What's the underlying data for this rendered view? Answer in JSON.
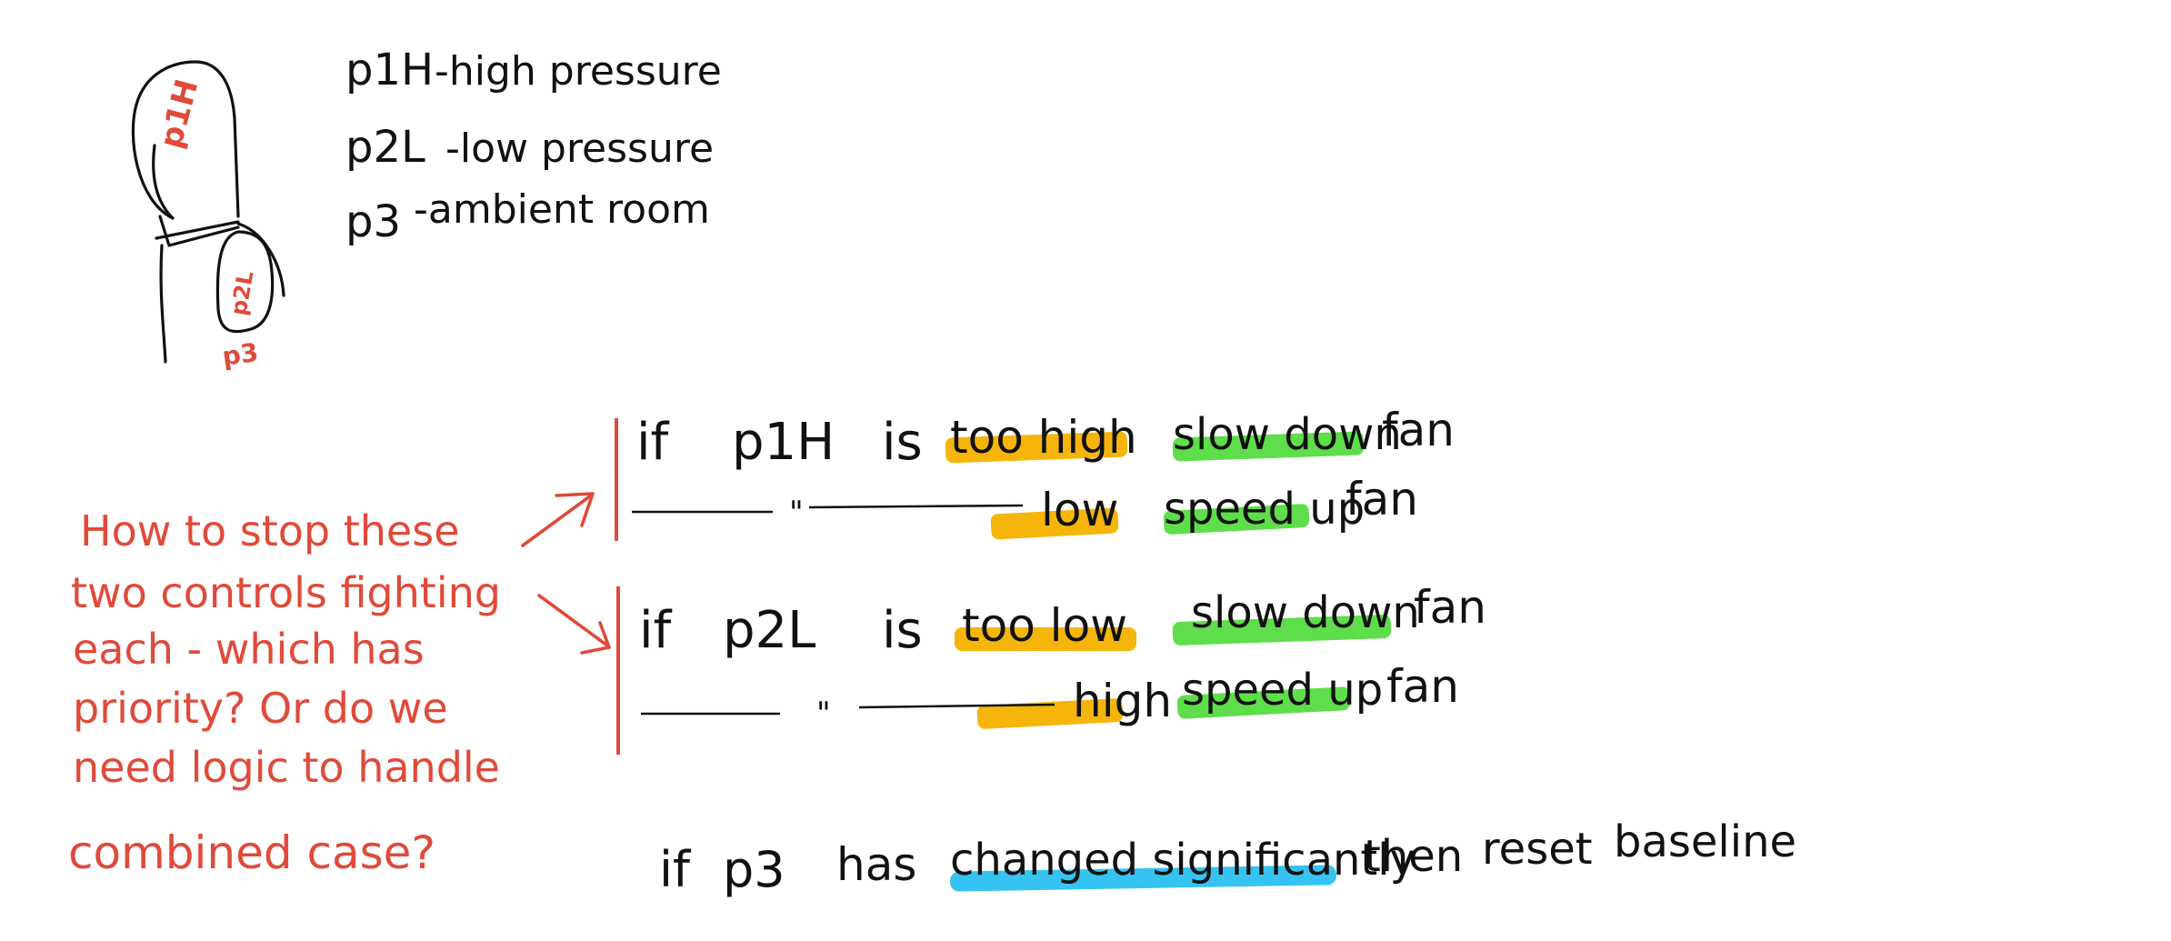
{
  "device_labels": {
    "upper": "p1H",
    "lower": "p2L",
    "ambient": "p3"
  },
  "legend": [
    {
      "key": "p1H",
      "desc": "-high pressure"
    },
    {
      "key": "p2L",
      "desc": "-low pressure"
    },
    {
      "key": "p3",
      "desc": "-ambient room"
    }
  ],
  "rules": {
    "p1": {
      "row1": {
        "cond_a": "if",
        "sensor": "p1H",
        "cond_b": "is",
        "level": "too high",
        "action": "slow down",
        "target": "fan"
      },
      "row2": {
        "ditto": "\"",
        "level": "low",
        "action": "speed up",
        "target": "fan"
      }
    },
    "p2": {
      "row1": {
        "cond_a": "if",
        "sensor": "p2L",
        "cond_b": "is",
        "level": "too low",
        "action": "slow down",
        "target": "fan"
      },
      "row2": {
        "ditto": "\"",
        "level": "high",
        "action": "speed up",
        "target": "fan"
      }
    },
    "p3": {
      "cond_a": "if",
      "sensor": "p3",
      "verb": "has",
      "condition": "changed significantly",
      "then": "then",
      "action": "reset",
      "target": "baseline"
    }
  },
  "question": {
    "lines": [
      "How to stop these",
      "two controls fighting",
      "each - which has",
      "priority? Or do we",
      "need logic to handle",
      "combined case?"
    ]
  },
  "colors": {
    "ink": "#111111",
    "red_ink": "#e04a3a",
    "highlight_yellow": "#f5b50a",
    "highlight_green": "#5ede4a",
    "highlight_blue": "#35c4f2"
  }
}
